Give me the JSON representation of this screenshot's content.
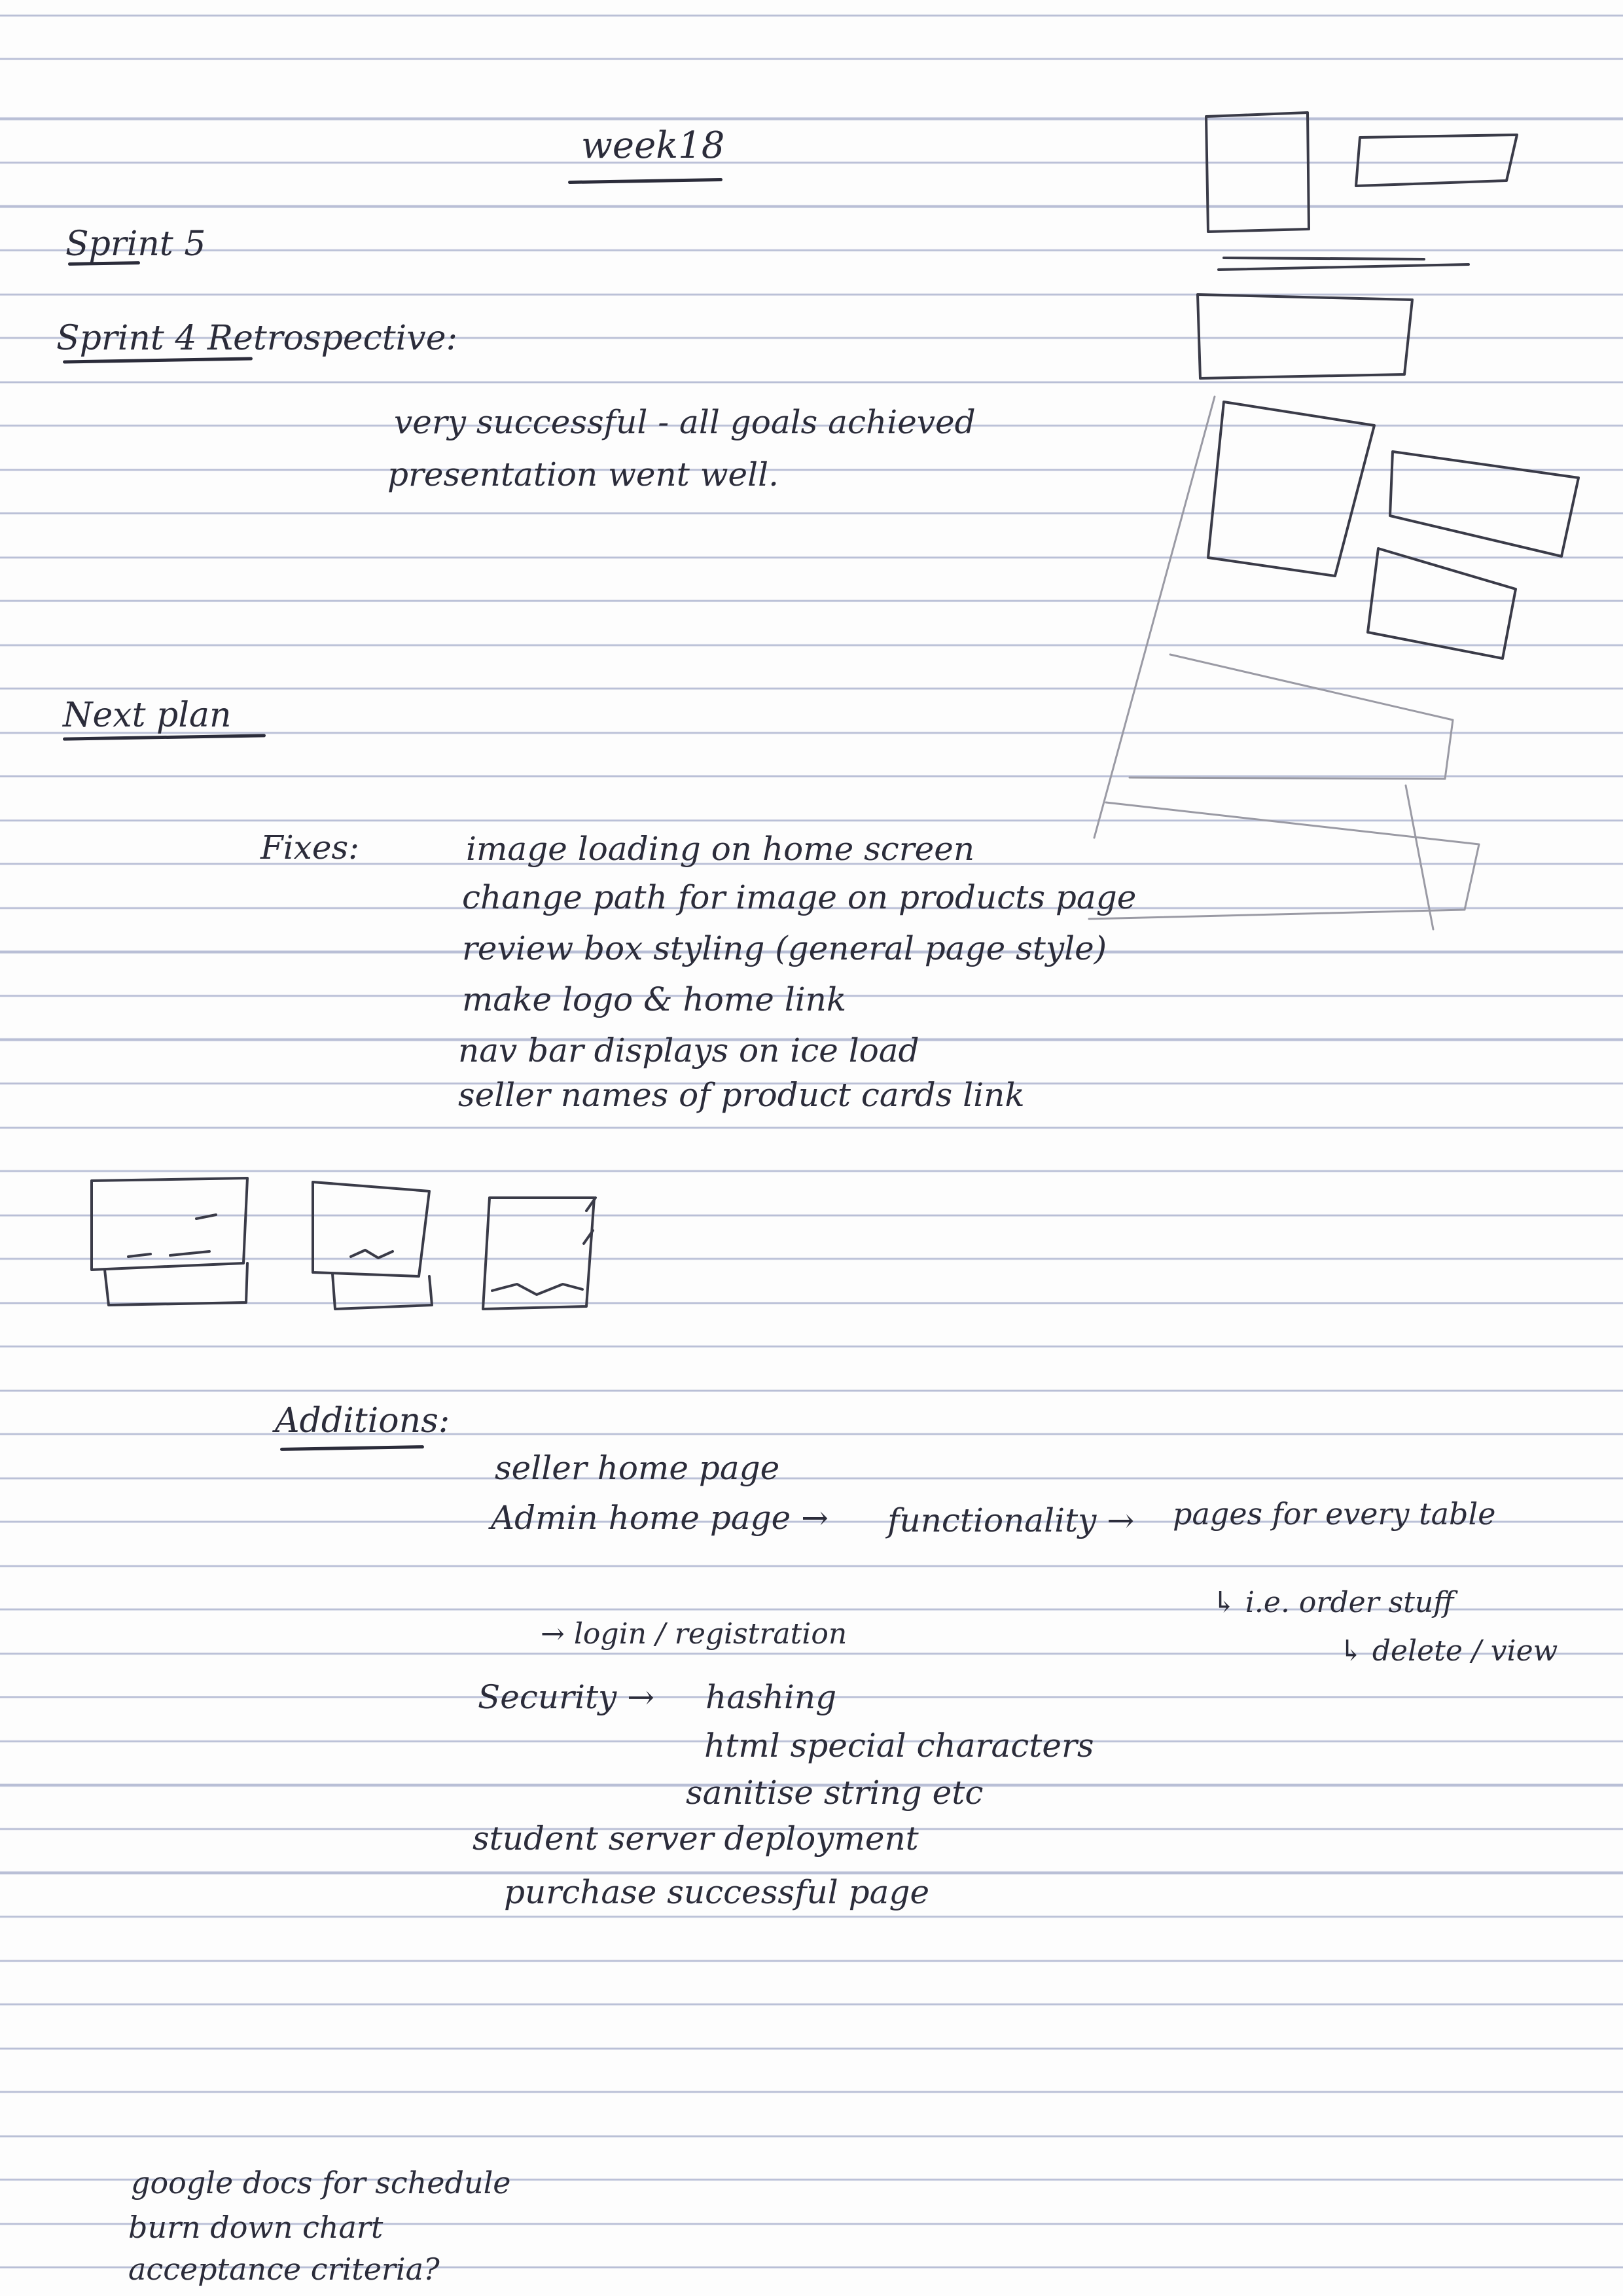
{
  "page": {
    "title": "week18",
    "sprint": "Sprint 5",
    "retro": {
      "heading": "Sprint 4 Retrospective:",
      "lines": [
        "very successful - all goals achieved",
        "presentation went well."
      ]
    },
    "next_plan": {
      "heading": "Next plan",
      "fixes_label": "Fixes:",
      "fixes": [
        "image loading on home screen",
        "change path for image on products page",
        "review box styling (general page style)",
        "make logo & home link",
        "nav bar displays on ice load",
        "seller names of product cards link"
      ]
    },
    "additions": {
      "label": "Additions:",
      "line1": "seller home page",
      "line2_a": "Admin home page →",
      "line2_b": "functionality →",
      "line2_c": "pages for every table",
      "branch1": "↳ i.e. order stuff",
      "branch2": "↳ delete / view",
      "login": "→ login / registration",
      "security": "Security →",
      "hashing": "hashing",
      "html_special": "html special characters",
      "sanitise": "sanitise string etc",
      "deployment": "student server deployment",
      "purchase": "purchase successful page"
    },
    "footer": [
      "google docs for schedule",
      "burn down chart",
      "acceptance criteria?"
    ],
    "colors": {
      "ink": "#2b2c3a",
      "rule": "#b9bfd6",
      "paper": "#fdfdfd"
    }
  }
}
